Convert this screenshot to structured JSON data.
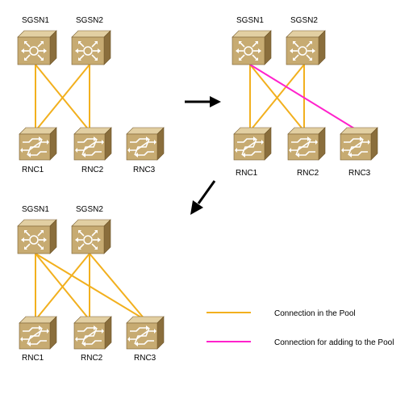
{
  "colors": {
    "pool_link": "#f2b01e",
    "add_link": "#ff22cc",
    "arrow": "#000000",
    "box_front": "#c7ab72",
    "box_top": "#e2cfa2",
    "box_side": "#8a6e3c",
    "glyph": "#ffffff"
  },
  "panels": [
    {
      "sgsn": [
        "SGSN1",
        "SGSN2"
      ],
      "rnc": [
        "RNC1",
        "RNC2",
        "RNC3"
      ]
    },
    {
      "sgsn": [
        "SGSN1",
        "SGSN2"
      ],
      "rnc": [
        "RNC1",
        "RNC2",
        "RNC3"
      ]
    },
    {
      "sgsn": [
        "SGSN1",
        "SGSN2"
      ],
      "rnc": [
        "RNC1",
        "RNC2",
        "RNC3"
      ]
    }
  ],
  "legend": {
    "pool": "Connection in the Pool",
    "add": "Connection for adding to the Pool"
  }
}
